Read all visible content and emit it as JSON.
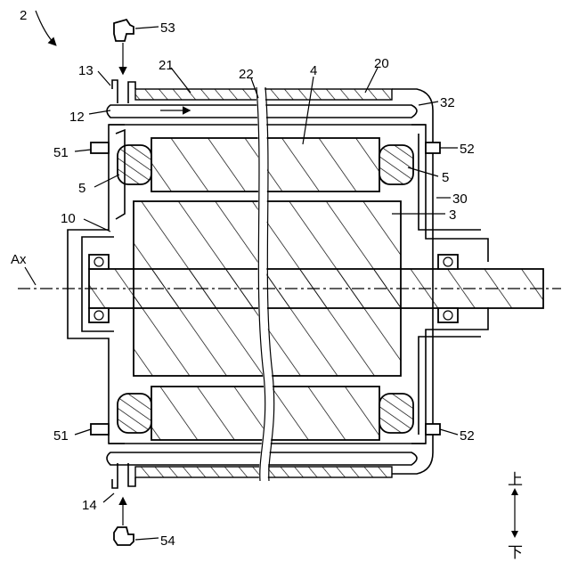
{
  "labels": {
    "ref_2": "2",
    "ref_53": "53",
    "ref_13": "13",
    "ref_21": "21",
    "ref_22": "22",
    "ref_4": "4",
    "ref_20": "20",
    "ref_12": "12",
    "ref_32": "32",
    "ref_51_top": "51",
    "ref_52_top": "52",
    "ref_5_left": "5",
    "ref_5_right": "5",
    "ref_30": "30",
    "ref_10": "10",
    "ref_3": "3",
    "ref_ax": "Ax",
    "ref_51_bottom": "51",
    "ref_52_bottom": "52",
    "ref_14": "14",
    "ref_54": "54",
    "dir_up": "上",
    "dir_down": "下"
  }
}
